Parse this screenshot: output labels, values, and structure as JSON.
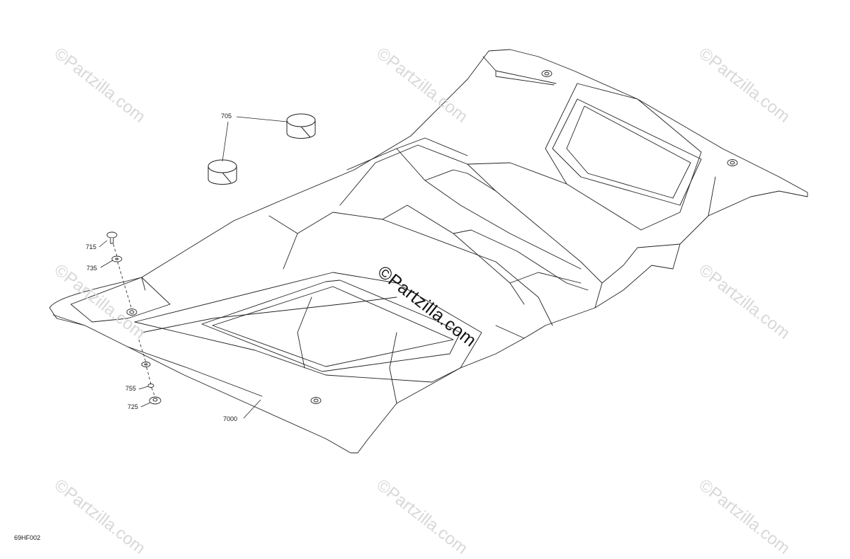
{
  "diagram": {
    "code": "69HF002",
    "watermark_text": "©Partzilla.com",
    "callouts": {
      "c705": "705",
      "c715": "715",
      "c735": "735",
      "c755": "755",
      "c725": "725",
      "c7000": "7000"
    },
    "colors": {
      "line": "#222222",
      "watermark": "#d8d8d8",
      "watermark_center": "#111111"
    }
  }
}
